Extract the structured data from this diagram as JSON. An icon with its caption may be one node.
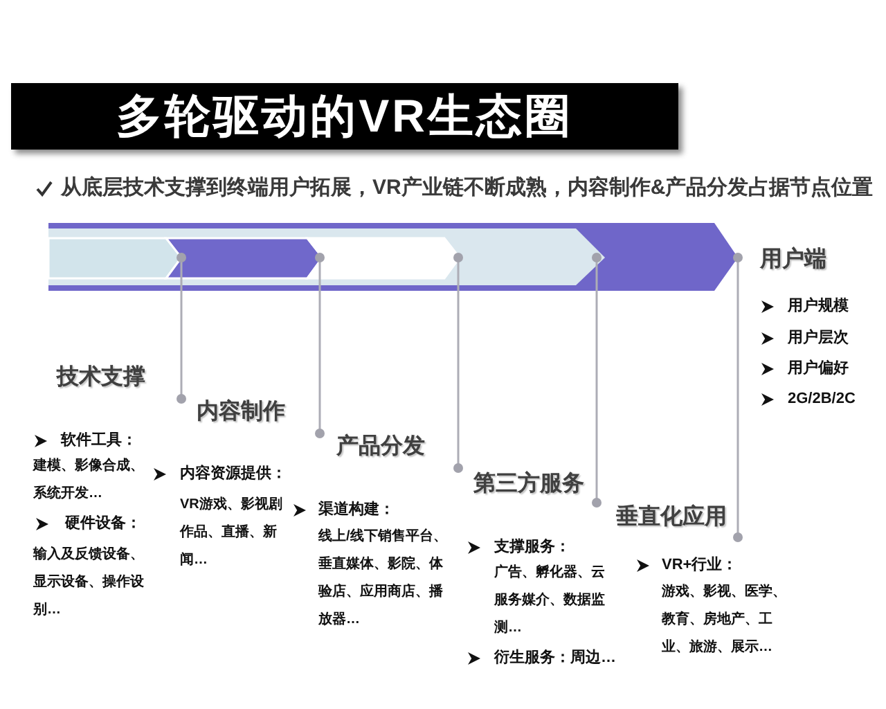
{
  "diagram": {
    "title": "多轮驱动的VR生态圈",
    "labels": [
      "从底层技术支撑到终端用户拓展，VR产业链不断成熟，内容制作&产品分发占据节点位置",
      "技术支撑",
      "软件工具：",
      "建模、影像合成、系统开发…",
      "硬件设备：",
      "输入及反馈设备、显示设备、操作设别…",
      "内容制作",
      "内容资源提供：",
      "VR游戏、影视剧作品、直播、新闻…",
      "产品分发",
      "渠道构建：",
      "线上/线下销售平台、垂直媒体、影院、体验店、应用商店、播放器…",
      "第三方服务",
      "支撑服务：",
      "广告、孵化器、云服务媒介、数据监测…",
      "衍生服务：周边…",
      "垂直化应用",
      "VR+行业：",
      "游戏、影视、医学、教育、房地产、工业、旅游、展示…",
      "用户端",
      "用户规模",
      "用户层次",
      "用户偏好",
      "2G/2B/2C"
    ]
  }
}
